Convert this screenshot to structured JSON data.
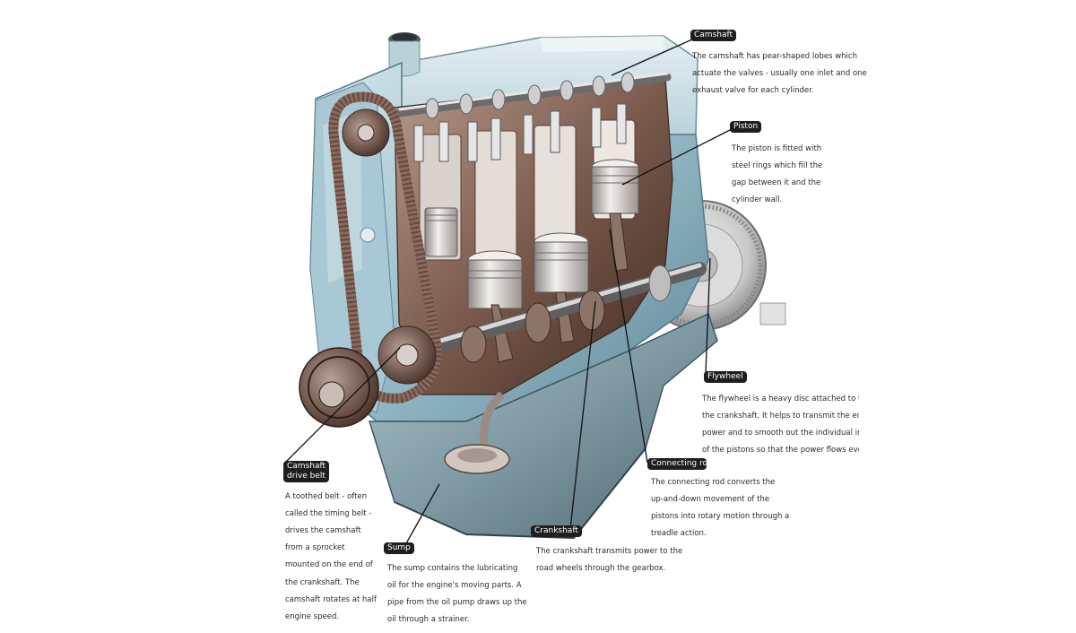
{
  "colors": {
    "block": "#9fc2cf",
    "block_dark": "#5f8796",
    "metal": "#c9c2ba",
    "brown": "#7a5a4c",
    "brown_dark": "#4d3328",
    "belt": "#8a6a5e",
    "tag_bg": "#1e1e1e",
    "leader": "#111111"
  },
  "callouts": {
    "camshaft": {
      "tag": "Camshaft",
      "lines": [
        "The camshaft has pear-shaped lobes which",
        "actuate the valves - usually one inlet and one",
        "exhaust valve for each cylinder."
      ]
    },
    "piston": {
      "tag": "Piston",
      "lines": [
        "The piston is fitted with",
        "steel rings which fill the",
        "gap between it and the",
        "cylinder wall."
      ]
    },
    "flywheel": {
      "tag": "Flywheel",
      "lines": [
        "The flywheel is a heavy disc attached to the e",
        "the crankshaft. It helps to transmit the engin",
        "power and to smooth out the individual impu",
        "of the pistons so that the power flows evenly"
      ]
    },
    "connecting_rod": {
      "tag": "Connecting ro",
      "lines": [
        "The connecting rod converts the",
        "up-and-down movement of the",
        "pistons into rotary motion through a",
        "treadle action."
      ]
    },
    "crankshaft": {
      "tag": "Crankshaft",
      "lines": [
        "The crankshaft transmits power to the",
        "road wheels through the gearbox."
      ]
    },
    "sump": {
      "tag": "Sump",
      "lines": [
        "The sump contains the lubricating",
        "oil for the engine's moving parts. A",
        "pipe from the oil pump draws up the",
        "oil through a strainer."
      ]
    },
    "camshaft_drive_belt": {
      "tag_lines": [
        "Camshaft",
        "drive belt"
      ],
      "lines": [
        "A toothed belt - often",
        "called the timing belt -",
        "drives the camshaft",
        "from a sprocket",
        "mounted on the end of",
        "the crankshaft. The",
        "camshaft rotates at half",
        "engine speed."
      ]
    }
  }
}
